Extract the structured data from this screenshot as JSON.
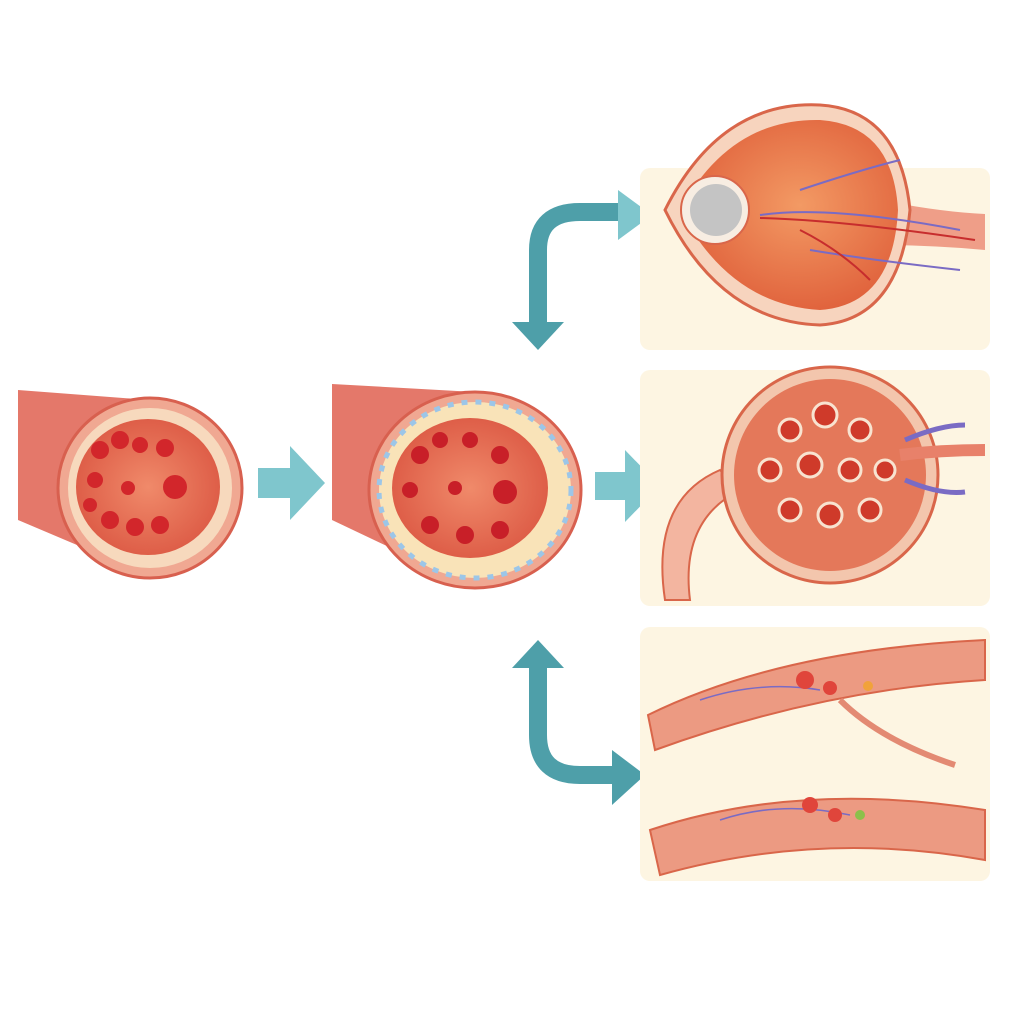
{
  "colors": {
    "background": "#ffffff",
    "panel": "#fdf5e2",
    "arrow_light": "#7fc6cd",
    "arrow_dark": "#4e9fa9",
    "vessel_outer": "#e0695a",
    "vessel_wall": "#f3c4a6",
    "lumen": "#e97a5f",
    "blood_cell": "#d4262a",
    "eye": "#e8714a",
    "lens": "#c8c8c8",
    "nerve": "#e79a86",
    "vein": "#7a6bc4"
  },
  "icons": {
    "flow_arrow": "right-arrow-icon",
    "branch_up": "curved-arrow-up-right-icon",
    "branch_down": "curved-arrow-down-right-icon"
  },
  "stages": [
    "healthy-vessel",
    "damaged-vessel"
  ],
  "complications": [
    "eye-retina",
    "kidney-glomerulus",
    "nerves"
  ]
}
